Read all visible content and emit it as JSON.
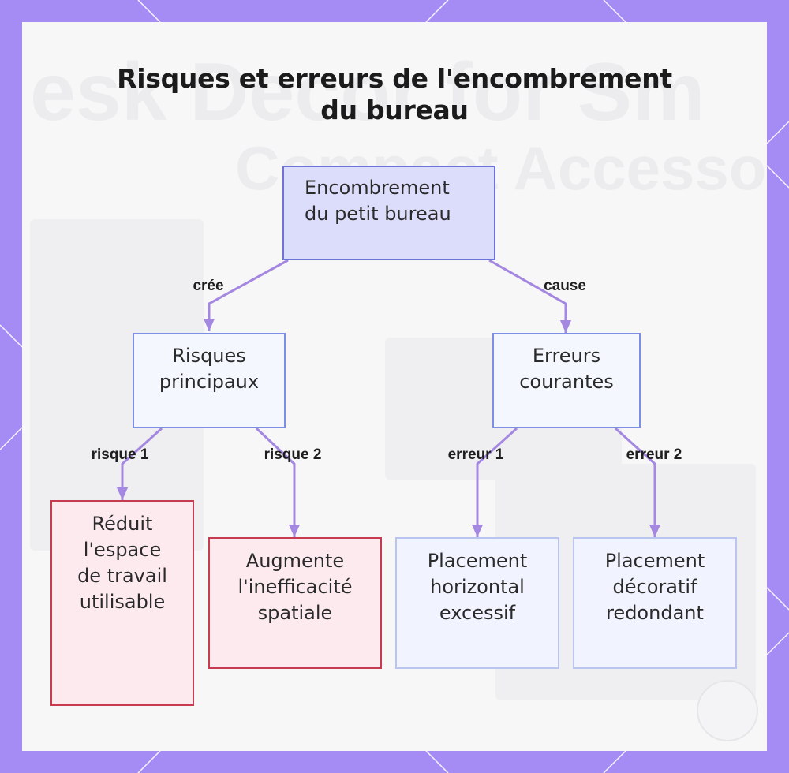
{
  "title": {
    "line1": "Risques et erreurs de l'encombrement",
    "line2": "du bureau"
  },
  "background_text": {
    "line1": "esk Decor for Sm",
    "line2": "Compact Accesso"
  },
  "nodes": {
    "root": "Encombrement\ndu petit bureau",
    "risks": "Risques\nprincipaux",
    "errors": "Erreurs\ncourantes",
    "risk1": "Réduit\nl'espace\nde travail\nutilisable",
    "risk2": "Augmente\nl'inefficacité\nspatiale",
    "error1": "Placement\nhorizontal\nexcessif",
    "error2": "Placement\ndécoratif\nredondant"
  },
  "edges": {
    "cree": "crée",
    "cause": "cause",
    "risque1": "risque 1",
    "risque2": "risque 2",
    "erreur1": "erreur 1",
    "erreur2": "erreur 2"
  },
  "colors": {
    "frame": "#a58cf5",
    "edge": "#a487e0",
    "root_fill": "#dcdcfb",
    "root_border": "#6f73d8",
    "risk_fill": "#fdeaee",
    "risk_border": "#c73b50",
    "error_border": "#b9c4ef"
  }
}
